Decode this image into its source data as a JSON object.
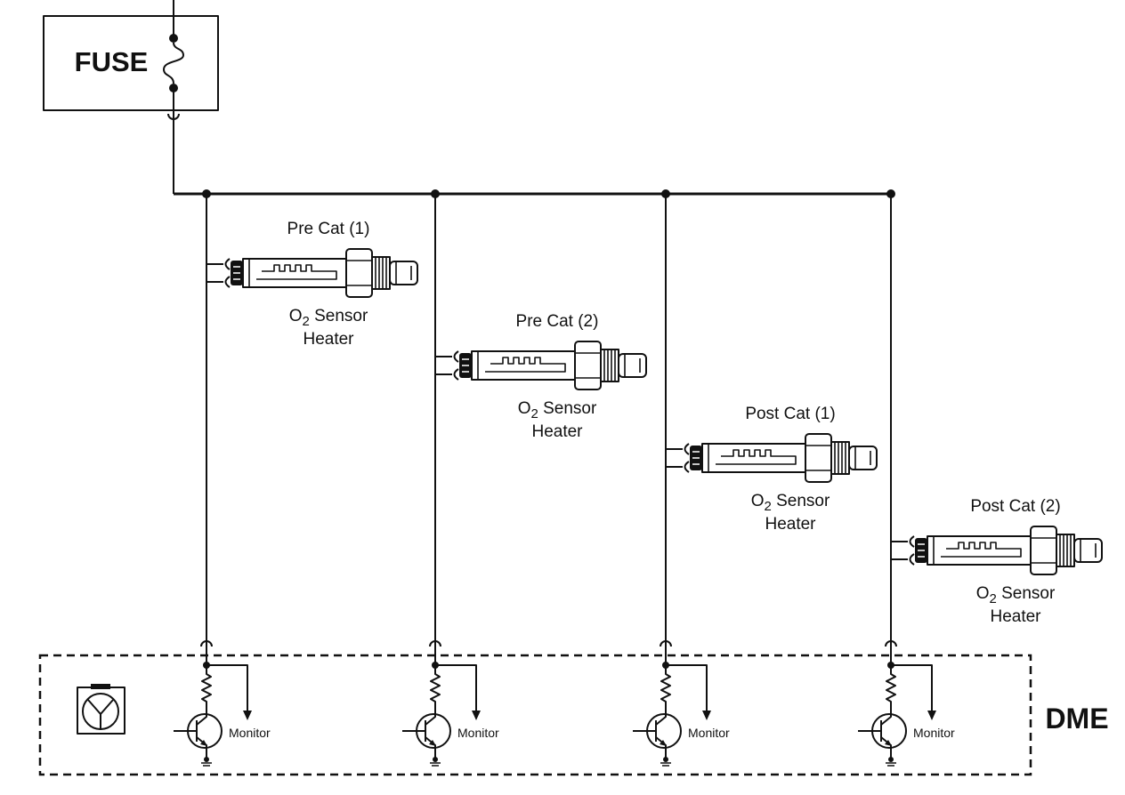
{
  "fuse": {
    "label": "FUSE"
  },
  "sensors": [
    {
      "title": "Pre Cat (1)",
      "caption_line1": "O2 Sensor",
      "caption_line2": "Heater"
    },
    {
      "title": "Pre Cat (2)",
      "caption_line1": "O2 Sensor",
      "caption_line2": "Heater"
    },
    {
      "title": "Post Cat (1)",
      "caption_line1": "O2 Sensor",
      "caption_line2": "Heater"
    },
    {
      "title": "Post Cat (2)",
      "caption_line1": "O2 Sensor",
      "caption_line2": "Heater"
    }
  ],
  "dme": {
    "label": "DME",
    "logo_icon": "ecu-logo-icon",
    "channels": [
      {
        "monitor_label": "Monitor"
      },
      {
        "monitor_label": "Monitor"
      },
      {
        "monitor_label": "Monitor"
      },
      {
        "monitor_label": "Monitor"
      }
    ]
  },
  "colors": {
    "line": "#111111",
    "background": "#ffffff"
  }
}
